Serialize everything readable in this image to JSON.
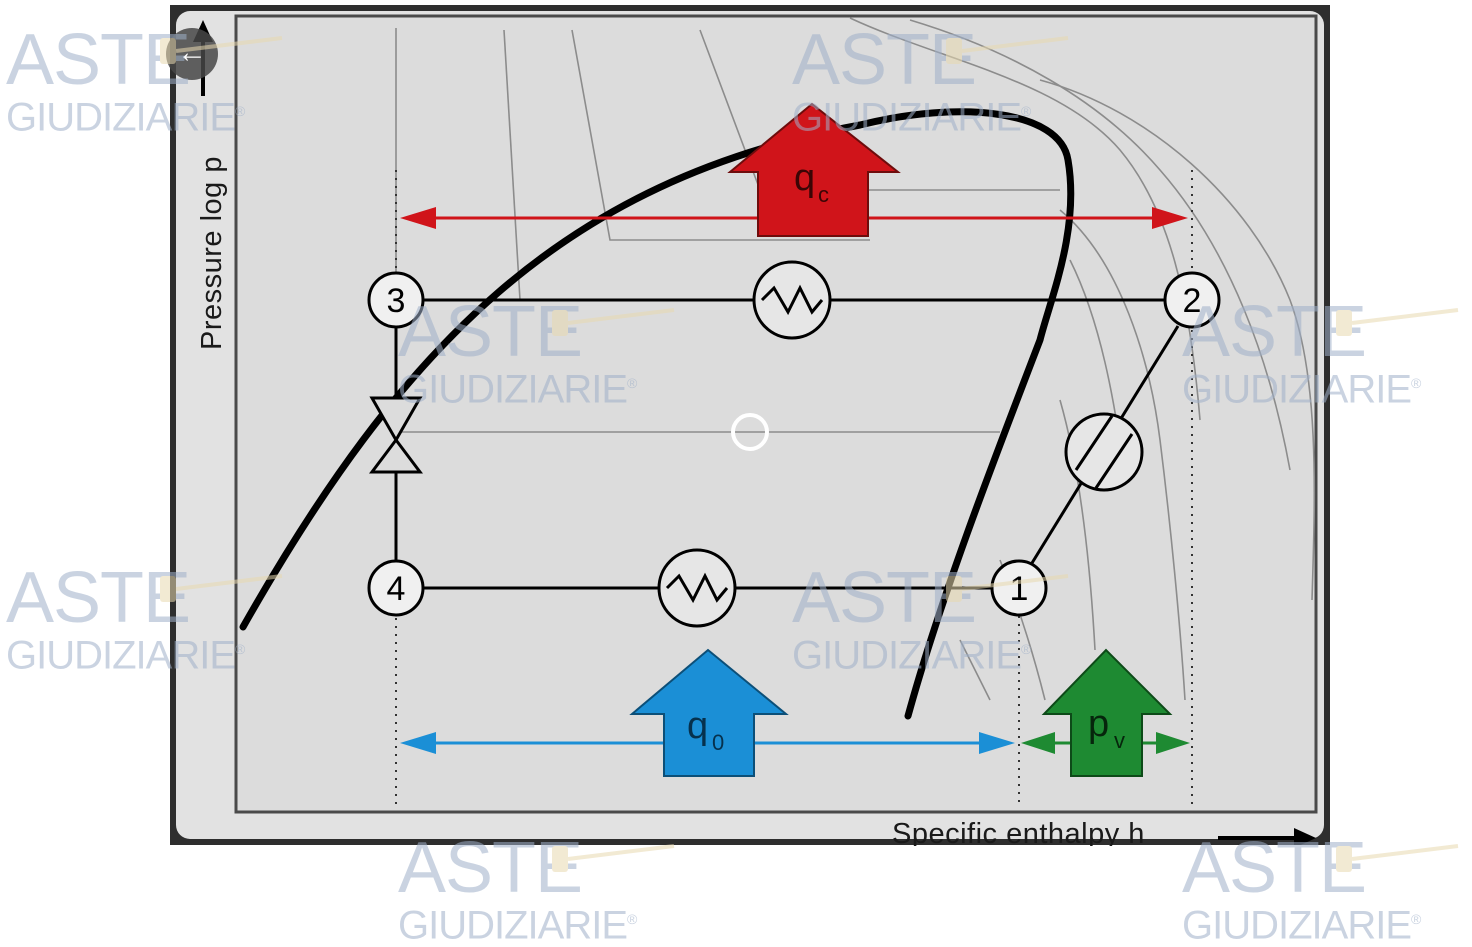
{
  "diagram": {
    "axis_y_label": "Pressure log p",
    "axis_x_label": "Specific enthalpy h",
    "nodes": [
      {
        "id": "node-1",
        "label": "1"
      },
      {
        "id": "node-2",
        "label": "2"
      },
      {
        "id": "node-3",
        "label": "3"
      },
      {
        "id": "node-4",
        "label": "4"
      }
    ],
    "arrows": {
      "qc": {
        "main": "q",
        "sub": "c",
        "color": "#d0141a"
      },
      "q0": {
        "main": "q",
        "sub": "0",
        "color": "#1b8fd6"
      },
      "pv": {
        "main": "p",
        "sub": "v",
        "color": "#1e8a32"
      }
    }
  },
  "navigation": {
    "back_icon": "arrow-left-icon",
    "back_glyph": "←"
  },
  "watermark": {
    "line1": "ASTE",
    "line2": "GIUDIZIARIE",
    "mark": "®",
    "color": "#9fb0c9"
  }
}
